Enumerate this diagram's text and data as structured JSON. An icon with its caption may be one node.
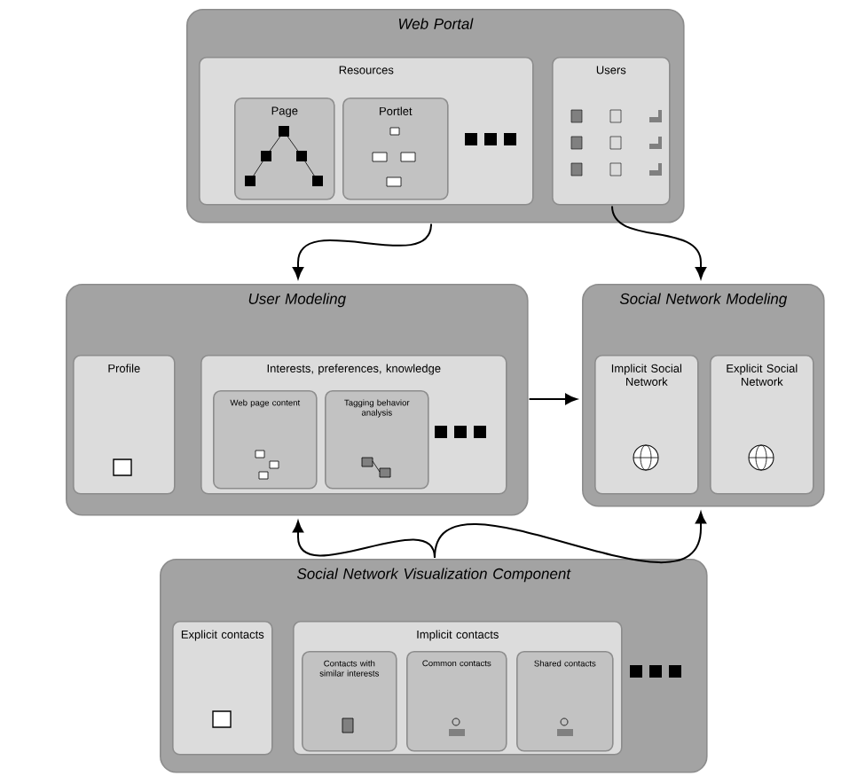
{
  "diagram": {
    "nodes": [
      {
        "text": [
          "Web Portal"
        ]
      },
      {
        "text": [
          "Resources"
        ],
        "in": 0
      },
      {
        "text": [
          "Page"
        ],
        "in": 1
      },
      {
        "text": [
          "Portlet"
        ],
        "in": 1
      },
      {
        "text": [
          "Users"
        ],
        "in": 0
      },
      {
        "text": [
          "User Modeling"
        ]
      },
      {
        "text": [
          "Profile"
        ],
        "in": 5
      },
      {
        "text": [
          "Interests, preferences, knowledge"
        ],
        "in": 5
      },
      {
        "text": [
          "Web page content"
        ],
        "in": 7
      },
      {
        "text": [
          "Tagging behavior analysis"
        ],
        "in": 7
      },
      {
        "text": [
          "Social Network Modeling"
        ]
      },
      {
        "text": [
          "Implicit Social Network"
        ],
        "in": 10
      },
      {
        "text": [
          "Explicit Social Network"
        ],
        "in": 10
      },
      {
        "text": [
          "Social Network Visualization Component"
        ]
      },
      {
        "text": [
          "Explicit contacts"
        ],
        "in": 13
      },
      {
        "text": [
          "Implicit contacts"
        ],
        "in": 13
      },
      {
        "text": [
          "Contacts with similar interests"
        ],
        "in": 15
      },
      {
        "text": [
          "Common contacts"
        ],
        "in": 15
      },
      {
        "text": [
          "Shared contacts"
        ],
        "in": 15
      }
    ],
    "edges": [
      {
        "from": 0,
        "to": 5,
        "arrow": "to"
      },
      {
        "from": 4,
        "to": 10,
        "arrow": "to"
      },
      {
        "from": 5,
        "to": 10,
        "arrow": "to"
      },
      {
        "from": 13,
        "to": 5,
        "arrow": "to"
      },
      {
        "from": 13,
        "to": 10,
        "arrow": "to"
      }
    ]
  }
}
